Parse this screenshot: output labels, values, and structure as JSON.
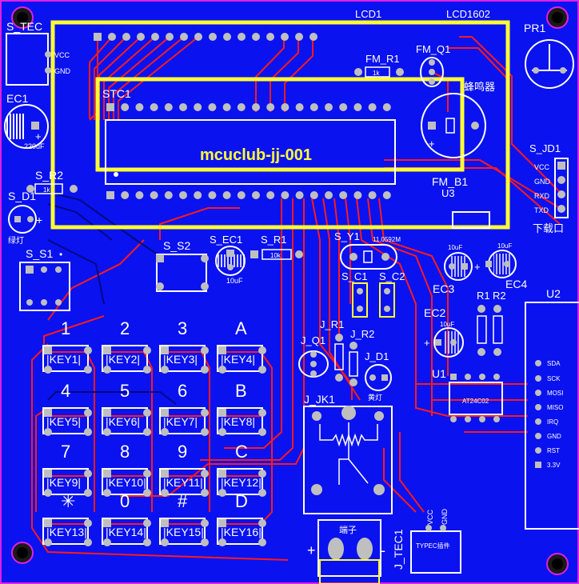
{
  "labels": {
    "lcd1": "LCD1",
    "lcd1602": "LCD1602",
    "pr1": "PR1",
    "s_tec": "S_TEC",
    "vcc": "VCC",
    "gnd": "GND",
    "ec1": "EC1",
    "ec1_val": "220uF",
    "fm_r1": "FM_R1",
    "fm_q1": "FM_Q1",
    "stc1": "STC1",
    "buzzer": "蜂鸣器",
    "mcuclub": "mcuclub-jj-001",
    "fm_b1": "FM_B1",
    "u3": "U3",
    "s_jd1": "S_JD1",
    "jd_vcc": "VCC",
    "jd_gnd": "GND",
    "jd_rxd": "RXD",
    "jd_txd": "TXD",
    "download": "下载口",
    "s_r2": "S_R2",
    "s_d1": "S_D1",
    "lamp": "绿灯",
    "s_s1": "S_S1",
    "s_s2": "S_S2",
    "s_ec1": "S_EC1",
    "s_ec1_val": "10uF",
    "s_r1": "S_R1",
    "s_r1_val": "10k",
    "r_1k": "1k",
    "s_r2_val": "1k",
    "s_y1": "S_Y1",
    "y1_val": "11.0592M",
    "s_c1": "S_C1",
    "s_c2": "S_C2",
    "ec3": "EC3",
    "ec3_val": "10uF",
    "ec4": "EC4",
    "ec4_val": "10uF",
    "u2": "U2",
    "ec2": "EC2",
    "ec2_val": "10uF",
    "r1": "R1",
    "r2": "R2",
    "j_r1": "J_R1",
    "j_r2": "J_R2",
    "j_q1": "J_Q1",
    "j_d1": "J_D1",
    "j_d1_txt": "黄灯",
    "u1": "U1",
    "at24c02": "AT24C02",
    "j_jk1": "J_JK1",
    "u2_sda": "SDA",
    "u2_sck": "SCK",
    "u2_mosi": "MOSI",
    "u2_miso": "MISO",
    "u2_irq": "IRQ",
    "u2_gnd": "GND",
    "u2_rst": "RST",
    "u2_33v": "3.3V",
    "terminal": "端子",
    "j_tec1": "J_TEC1",
    "typec": "TYPEC插件",
    "tec_vcc": "VCC",
    "tec_gnd": "GND",
    "plus": "+",
    "minus": "-"
  },
  "keypad": {
    "chars": [
      "1",
      "2",
      "3",
      "A",
      "4",
      "5",
      "6",
      "B",
      "7",
      "8",
      "9",
      "C",
      "✳",
      "0",
      "#",
      "D"
    ],
    "keys": [
      "KEY1",
      "KEY2",
      "KEY3",
      "KEY4",
      "KEY5",
      "KEY6",
      "KEY7",
      "KEY8",
      "KEY9",
      "KEY10",
      "KEY11",
      "KEY12",
      "KEY13",
      "KEY14",
      "KEY15",
      "KEY16"
    ]
  },
  "colors": {
    "board": "#0a12f0",
    "outline": "#e020e0",
    "trace": "#ff1a1a",
    "pad": "#bfbfbf",
    "silk": "#ffffff",
    "lcd_frame": "#ffff33"
  }
}
